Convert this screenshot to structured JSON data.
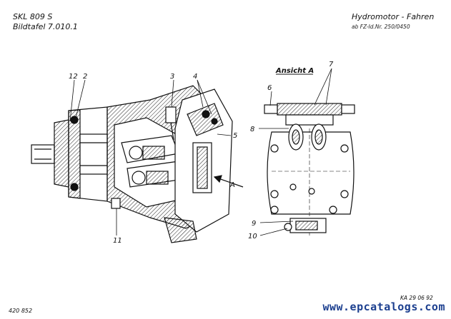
{
  "header": {
    "model": "SKL 809 S",
    "plate": "Bildtafel  7.010.1",
    "title": "Hydromotor - Fahren",
    "subtitle": "ab FZ-Id.Nr. 250/0450"
  },
  "view": {
    "label": "Ansicht A",
    "arrow_label": "A"
  },
  "callouts": {
    "c1": "12",
    "c2": "2",
    "c3": "3",
    "c4": "4",
    "c5": "5",
    "c6": "6",
    "c7": "7",
    "c8": "8",
    "c9": "9",
    "c10": "10",
    "c11": "11"
  },
  "footer": {
    "left_code": "420 852",
    "right_code": "KA 29 06 92"
  },
  "watermark": "www.epcatalogs.com"
}
